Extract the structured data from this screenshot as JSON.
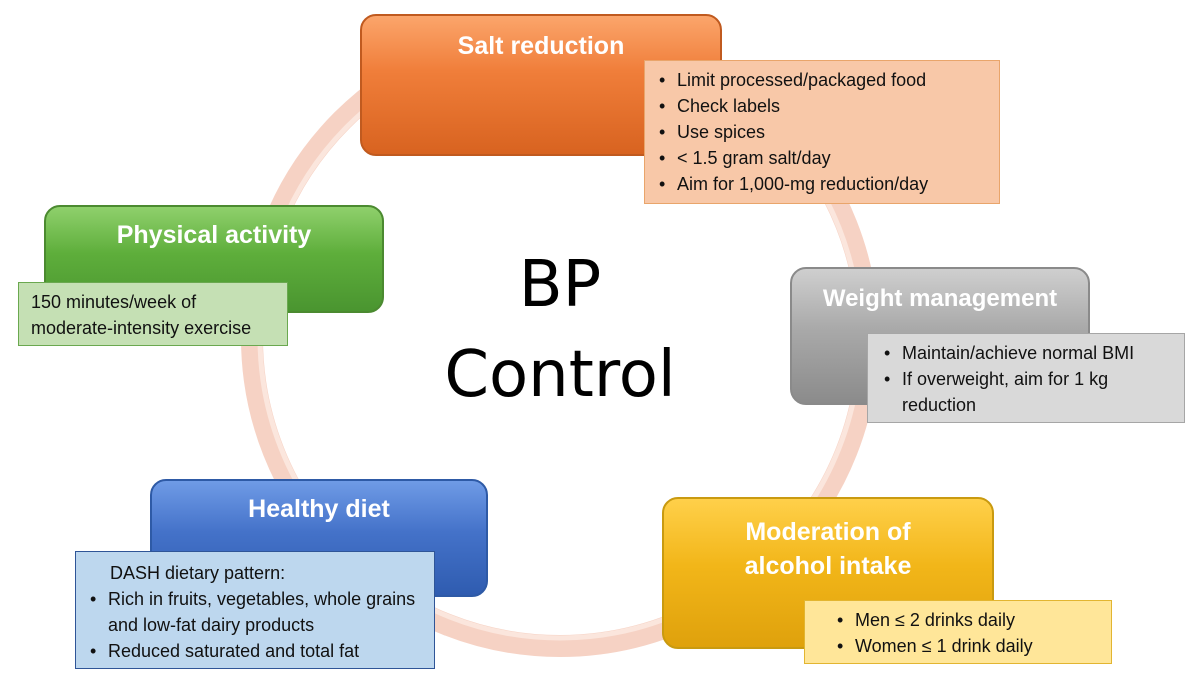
{
  "center": {
    "line1": "BP",
    "line2": "Control"
  },
  "ring_color": "#f6d2c4",
  "nodes": {
    "salt_reduction": {
      "title": "Salt reduction",
      "color": "#f07e3a",
      "bullets": [
        "Limit processed/packaged food",
        "Check labels",
        "Use spices",
        "< 1.5 gram salt/day",
        "Aim for 1,000-mg reduction/day"
      ]
    },
    "physical_activity": {
      "title": "Physical activity",
      "color": "#5eae3b",
      "text_line1": "150 minutes/week of",
      "text_line2": "moderate-intensity exercise"
    },
    "weight_management": {
      "title": "Weight management",
      "color": "#a9a9a9",
      "bullets": [
        "Maintain/achieve normal BMI",
        "If overweight, aim for 1 kg reduction"
      ]
    },
    "healthy_diet": {
      "title": "Healthy diet",
      "color": "#4472c9",
      "lead": "DASH dietary pattern:",
      "bullets": [
        "Rich in fruits, vegetables, whole grains and low-fat dairy products",
        "Reduced saturated and total fat"
      ]
    },
    "alcohol": {
      "title_line1": "Moderation of",
      "title_line2": "alcohol intake",
      "color": "#f2b619",
      "bullets": [
        "Men ≤ 2 drinks daily",
        "Women ≤ 1 drink daily"
      ]
    }
  }
}
